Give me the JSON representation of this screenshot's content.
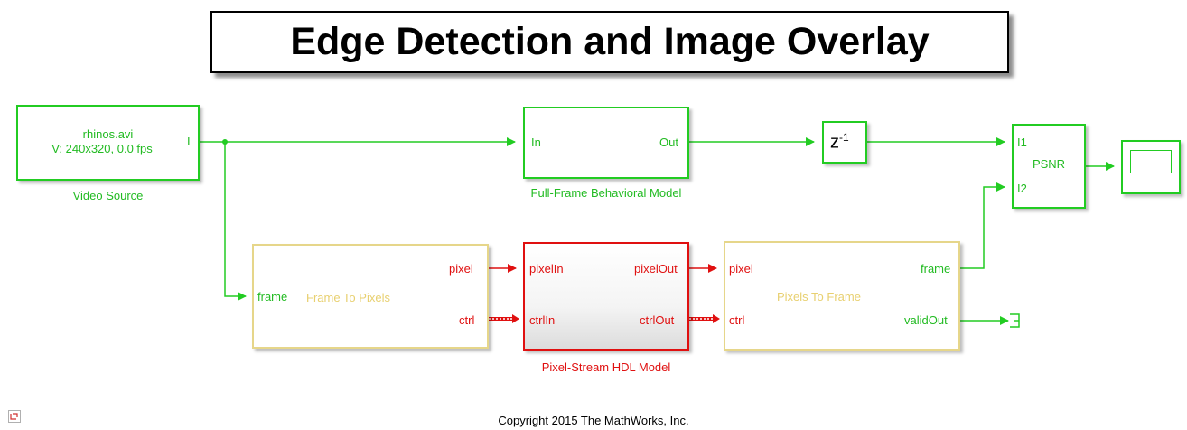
{
  "title": "Edge Detection and Image Overlay",
  "video_source": {
    "line1": "rhinos.avi",
    "line2": "V: 240x320, 0.0 fps",
    "port_out": "I",
    "caption": "Video Source"
  },
  "behavioral_model": {
    "port_in": "In",
    "port_out": "Out",
    "caption": "Full-Frame Behavioral Model"
  },
  "delay_block": {
    "label": "z",
    "exponent": "-1"
  },
  "psnr_block": {
    "label": "PSNR",
    "port_in1": "I1",
    "port_in2": "I2"
  },
  "frame_to_pixels": {
    "label": "Frame To Pixels",
    "port_in": "frame",
    "port_out1": "pixel",
    "port_out2": "ctrl"
  },
  "hdl_model": {
    "port_in1": "pixelIn",
    "port_in2": "ctrlIn",
    "port_out1": "pixelOut",
    "port_out2": "ctrlOut",
    "caption": "Pixel-Stream HDL Model"
  },
  "pixels_to_frame": {
    "label": "Pixels To Frame",
    "port_in1": "pixel",
    "port_in2": "ctrl",
    "port_out1": "frame",
    "port_out2": "validOut"
  },
  "copyright": "Copyright 2015 The MathWorks, Inc.",
  "icons": [
    "scope-icon",
    "terminator-icon",
    "model-browser-icon"
  ],
  "colors": {
    "signal": "#22cc22",
    "hdl": "#e01010",
    "subsystem": "#e6d68a"
  }
}
